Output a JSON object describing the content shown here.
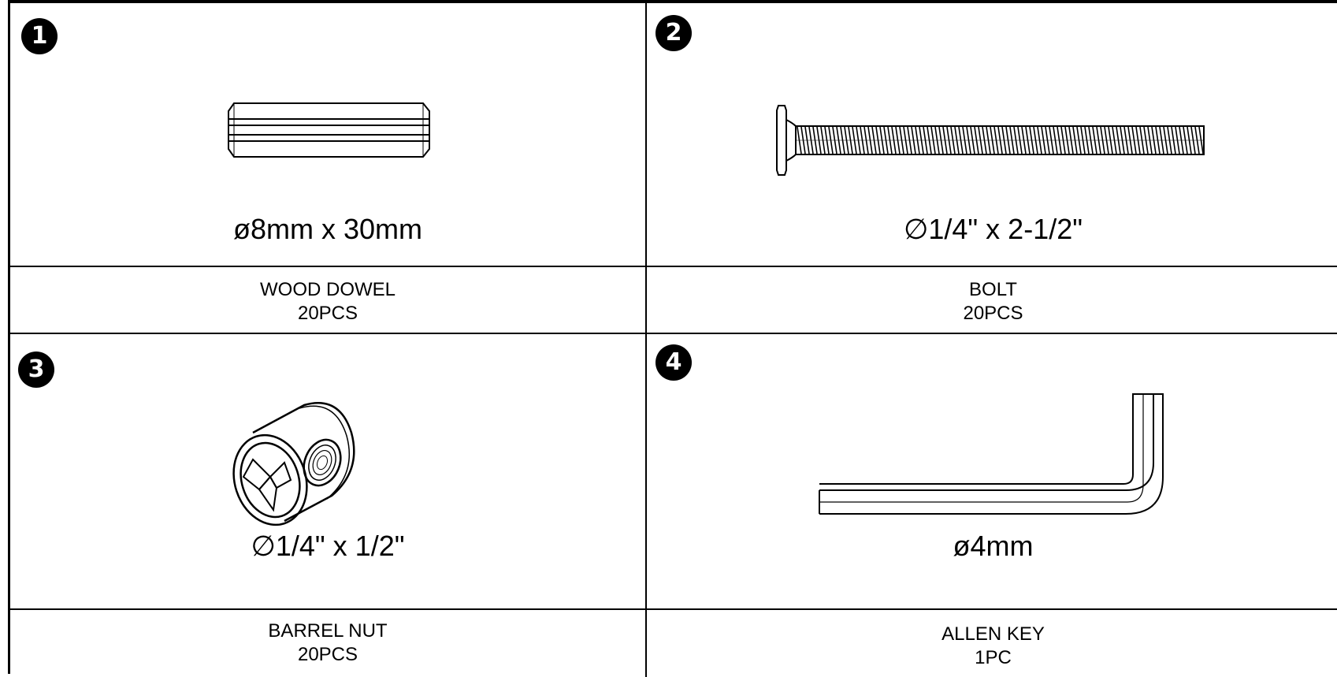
{
  "parts": [
    {
      "number": "1",
      "spec": "ø8mm x 30mm",
      "name": "WOOD DOWEL",
      "qty": "20PCS",
      "icon": "wood-dowel-icon"
    },
    {
      "number": "2",
      "spec": "∅1/4\" x 2-1/2\"",
      "name": "BOLT",
      "qty": "20PCS",
      "icon": "bolt-icon"
    },
    {
      "number": "3",
      "spec": "∅1/4\" x 1/2\"",
      "name": "BARREL NUT",
      "qty": "20PCS",
      "icon": "barrel-nut-icon"
    },
    {
      "number": "4",
      "spec": "ø4mm",
      "name": "ALLEN KEY",
      "qty": "1PC",
      "icon": "allen-key-icon"
    }
  ],
  "colors": {
    "line": "#000000",
    "background": "#ffffff"
  }
}
